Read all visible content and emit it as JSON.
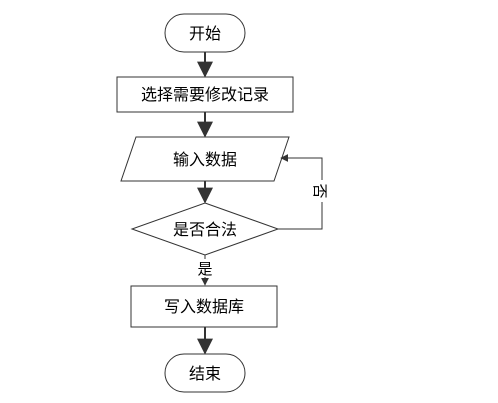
{
  "flowchart": {
    "start_label": "开始",
    "select_label": "选择需要修改记录",
    "input_label": "输入数据",
    "decision_label": "是否合法",
    "write_label": "写入数据库",
    "end_label": "结束",
    "yes_label": "是",
    "no_label": "否"
  }
}
